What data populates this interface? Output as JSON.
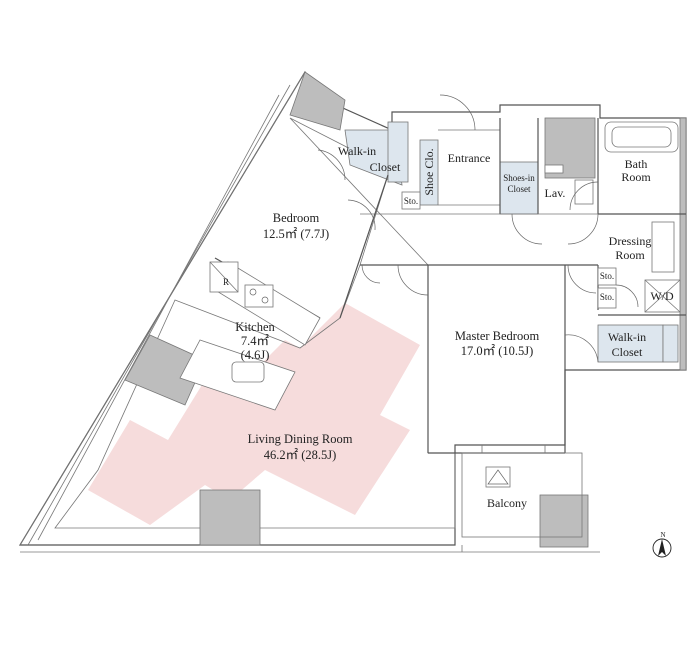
{
  "colors": {
    "living_tint": "#f6dcdc",
    "wall_gray": "#bdbdbd",
    "closet_blue": "#dde6ee",
    "line": "#555555"
  },
  "rooms": {
    "walkin_closet_1": {
      "line1": "Walk-in",
      "line2": "Closet"
    },
    "shoe_closet": {
      "label": "Shoe Clo."
    },
    "entrance": {
      "label": "Entrance"
    },
    "shoes_in_closet": {
      "line1": "Shoes-in",
      "line2": "Closet"
    },
    "lav": {
      "label": "Lav."
    },
    "bath_room": {
      "line1": "Bath",
      "line2": "Room"
    },
    "storage_1": {
      "label": "Sto."
    },
    "bedroom": {
      "name": "Bedroom",
      "area": "12.5㎡ (7.7J)"
    },
    "dressing_room": {
      "line1": "Dressing",
      "line2": "Room"
    },
    "refrigerator": {
      "label": "R"
    },
    "storage_2": {
      "label": "Sto."
    },
    "storage_3": {
      "label": "Sto."
    },
    "wd": {
      "label": "W/D"
    },
    "kitchen": {
      "name": "Kitchen",
      "area1": "7.4㎡",
      "area2": "(4.6J)"
    },
    "master_bedroom": {
      "name": "Master Bedroom",
      "area": "17.0㎡ (10.5J)"
    },
    "walkin_closet_2": {
      "line1": "Walk-in",
      "line2": "Closet"
    },
    "living_dining": {
      "name": "Living Dining Room",
      "area": "46.2㎡ (28.5J)"
    },
    "balcony": {
      "label": "Balcony"
    }
  },
  "compass": {
    "label": "N",
    "icon": "compass-icon"
  }
}
